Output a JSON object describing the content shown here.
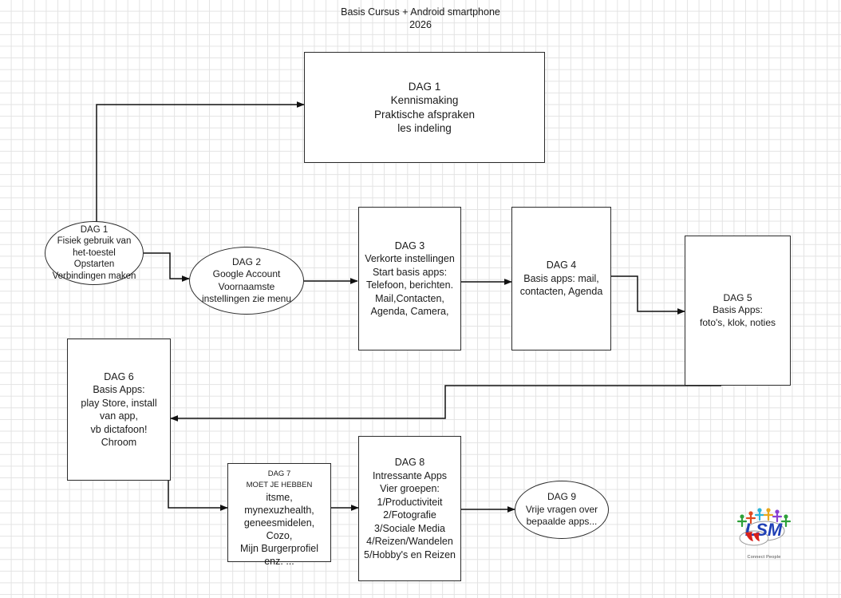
{
  "diagram": {
    "title": "Basis Cursus + Android smartphone\n2026",
    "nodes": [
      {
        "id": "dag1box",
        "shape": "rect",
        "label": "DAG 1\nKennismaking\nPraktische afspraken\nles indeling"
      },
      {
        "id": "dag1oval",
        "shape": "ellipse",
        "label": "DAG 1\nFisiek gebruik van\nhet-toestel\nOpstarten\nVerbindingen maken"
      },
      {
        "id": "dag2oval",
        "shape": "ellipse",
        "label": "DAG 2\nGoogle Account\nVoornaamste\ninstellingen zie menu"
      },
      {
        "id": "dag3box",
        "shape": "rect",
        "label": "DAG 3\nVerkorte instellingen\nStart basis apps:\nTelefoon, berichten.\nMail,Contacten,\nAgenda,  Camera,"
      },
      {
        "id": "dag4box",
        "shape": "rect",
        "label": "DAG 4\nBasis apps: mail,\ncontacten, Agenda"
      },
      {
        "id": "dag5box",
        "shape": "rect",
        "label": "DAG 5\nBasis Apps:\nfoto's, klok, noties"
      },
      {
        "id": "dag6box",
        "shape": "rect",
        "label": "DAG 6\nBasis Apps:\nplay Store, install\nvan app,\nvb dictafoon!\nChroom"
      },
      {
        "id": "dag7box",
        "shape": "rect",
        "label": "itsme,\nmynexuzhealth,\ngeneesmidelen,\nCozo,\nMijn Burgerprofiel\nenz. ..."
      },
      {
        "id": "dag7head",
        "shape": "text",
        "label": "DAG 7\nMOET JE HEBBEN"
      },
      {
        "id": "dag8box",
        "shape": "rect",
        "label": "DAG 8\nIntressante Apps\nVier groepen:\n1/Productiviteit\n2/Fotografie\n3/Sociale Media\n4/Reizen/Wandelen\n5/Hobby's en Reizen"
      },
      {
        "id": "dag9oval",
        "shape": "ellipse",
        "label": "DAG 9\nVrije vragen over\nbepaalde apps..."
      }
    ],
    "logo": {
      "caption": "Connect People",
      "wordmark": "LSM"
    },
    "colors": {
      "grid": "#e3e3e3",
      "stroke": "#2b2b2b",
      "fill": "#ffffff",
      "text": "#1a1a1a"
    }
  }
}
